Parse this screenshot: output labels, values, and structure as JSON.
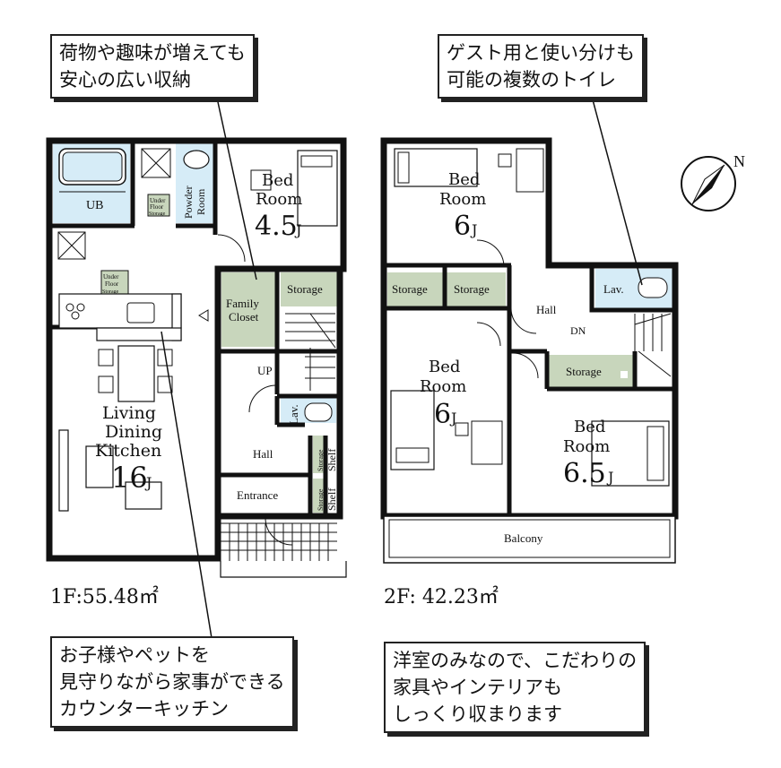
{
  "callouts": {
    "top_left": "荷物や趣味が増えても\n安心の広い収納",
    "top_right": "ゲスト用と使い分けも\n可能の複数のトイレ",
    "bottom_left": "お子様やペットを\n見守りながら家事ができる\nカウンターキッチン",
    "bottom_right": "洋室のみなので、こだわりの\n家具やインテリアも\nしっくり収まります"
  },
  "floors": {
    "first": {
      "area": "1F:55.48㎡",
      "rooms": {
        "ub": "UB",
        "powder1": "Powder",
        "powder2": "Room",
        "under1": "Under",
        "under2": "Floor",
        "under3": "Storage",
        "bed1": "Bed",
        "bed2": "Room",
        "bed_size": "4.5",
        "family1": "Family",
        "family2": "Closet",
        "storage": "Storage",
        "ldk1": "Living",
        "ldk2": "Dining",
        "ldk3": "Kitchen",
        "ldk_size": "16",
        "up": "UP",
        "lav": "Lav.",
        "hall": "Hall",
        "shelf": "Shelf",
        "shelf_storage": "Storage",
        "entrance": "Entrance",
        "jo": "J"
      }
    },
    "second": {
      "area": "2F: 42.23㎡",
      "rooms": {
        "bed_a1": "Bed",
        "bed_a2": "Room",
        "bed_a_size": "6",
        "storage": "Storage",
        "lav": "Lav.",
        "hall": "Hall",
        "dn": "DN",
        "bed_b1": "Bed",
        "bed_b2": "Room",
        "bed_b_size": "6",
        "bed_c1": "Bed",
        "bed_c2": "Room",
        "bed_c_size": "6.5",
        "balcony": "Balcony",
        "jo": "J"
      }
    }
  },
  "compass": {
    "north_label": "N"
  },
  "colors": {
    "wall": "#111111",
    "bath": "#d6ecf7",
    "storage": "#c8d6bc",
    "floor": "#ffffff"
  }
}
